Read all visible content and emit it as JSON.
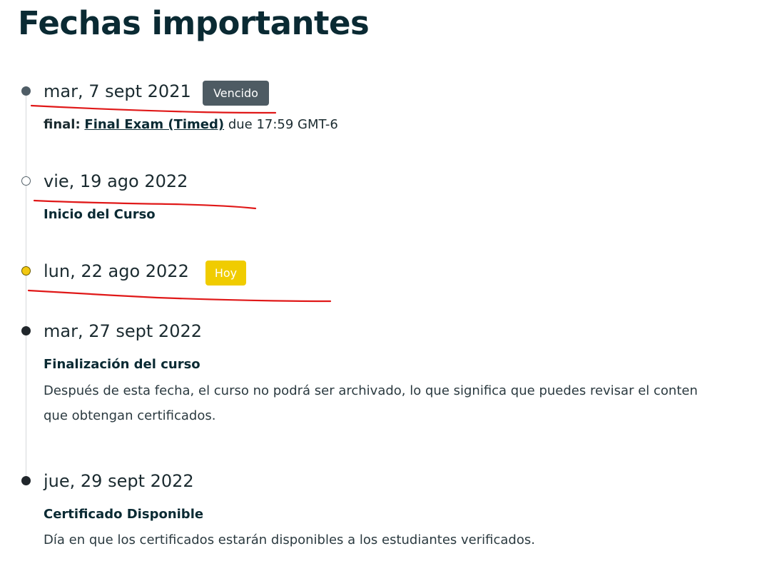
{
  "page": {
    "title": "Fechas importantes"
  },
  "timeline": [
    {
      "date": "mar, 7 sept 2021",
      "badge": "Vencido",
      "status": "past",
      "item": {
        "prefix": "final:",
        "link": "Final Exam (Timed)",
        "suffix": " due 17:59 GMT-6"
      }
    },
    {
      "date": "vie, 19 ago 2022",
      "status": "hollow",
      "title": "Inicio del Curso"
    },
    {
      "date": "lun, 22 ago 2022",
      "badge": "Hoy",
      "status": "today"
    },
    {
      "date": "mar, 27 sept 2022",
      "status": "future",
      "title": "Finalización del curso",
      "description": [
        "Después de esta fecha, el curso no podrá ser archivado, lo que significa que puedes revisar el conten",
        "que obtengan certificados."
      ]
    },
    {
      "date": "jue, 29 sept 2022",
      "status": "future",
      "title": "Certificado Disponible",
      "description": [
        "Día en que los certificados estarán disponibles a los estudiantes verificados."
      ]
    }
  ],
  "colors": {
    "annotation": "#e01818",
    "badge_past": "#4e5b63",
    "badge_today": "#f0cc00",
    "dot_today": "#f2c811"
  }
}
